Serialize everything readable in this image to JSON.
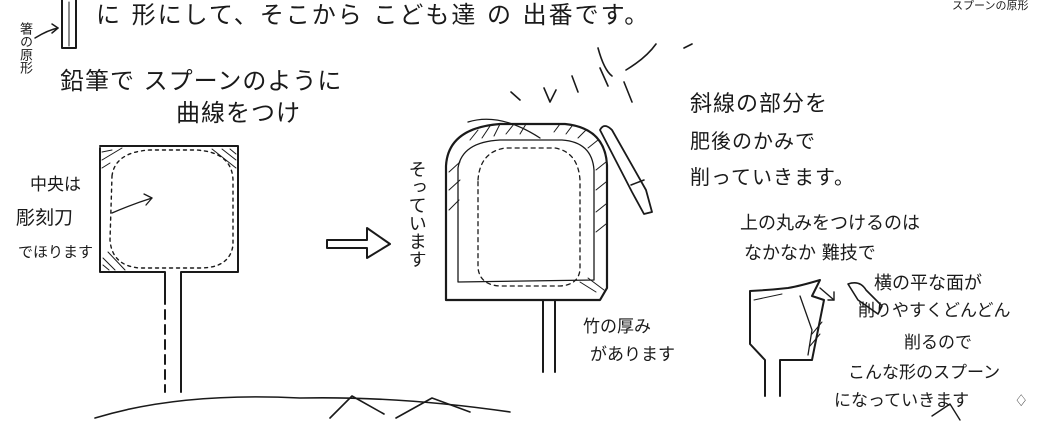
{
  "top_line": "に 形にして、そこから こども達 の 出番です。",
  "corner_note": "スプーンの原形",
  "side_label": "箸の原形",
  "step1": {
    "line1": "鉛筆で スプーンのように",
    "line2": "曲線をつけ"
  },
  "center_label": [
    "中央は",
    "彫刻刀",
    "でほります"
  ],
  "vertical_note": "そっています",
  "step2": [
    "斜線の部分を",
    "肥後のかみで",
    "削っていきます。"
  ],
  "thickness": [
    "竹の厚み",
    "があります"
  ],
  "step3": [
    "上の丸みをつけるのは",
    "なかなか 難技で",
    "横の平な面が",
    "削りやすくどんどん",
    "削るので",
    "こんな形のスプーン",
    "になっていきます"
  ],
  "icons": {
    "arrow": "right-arrow-icon",
    "knife": "knife-icon",
    "sweat": "sweat-drops-icon"
  }
}
